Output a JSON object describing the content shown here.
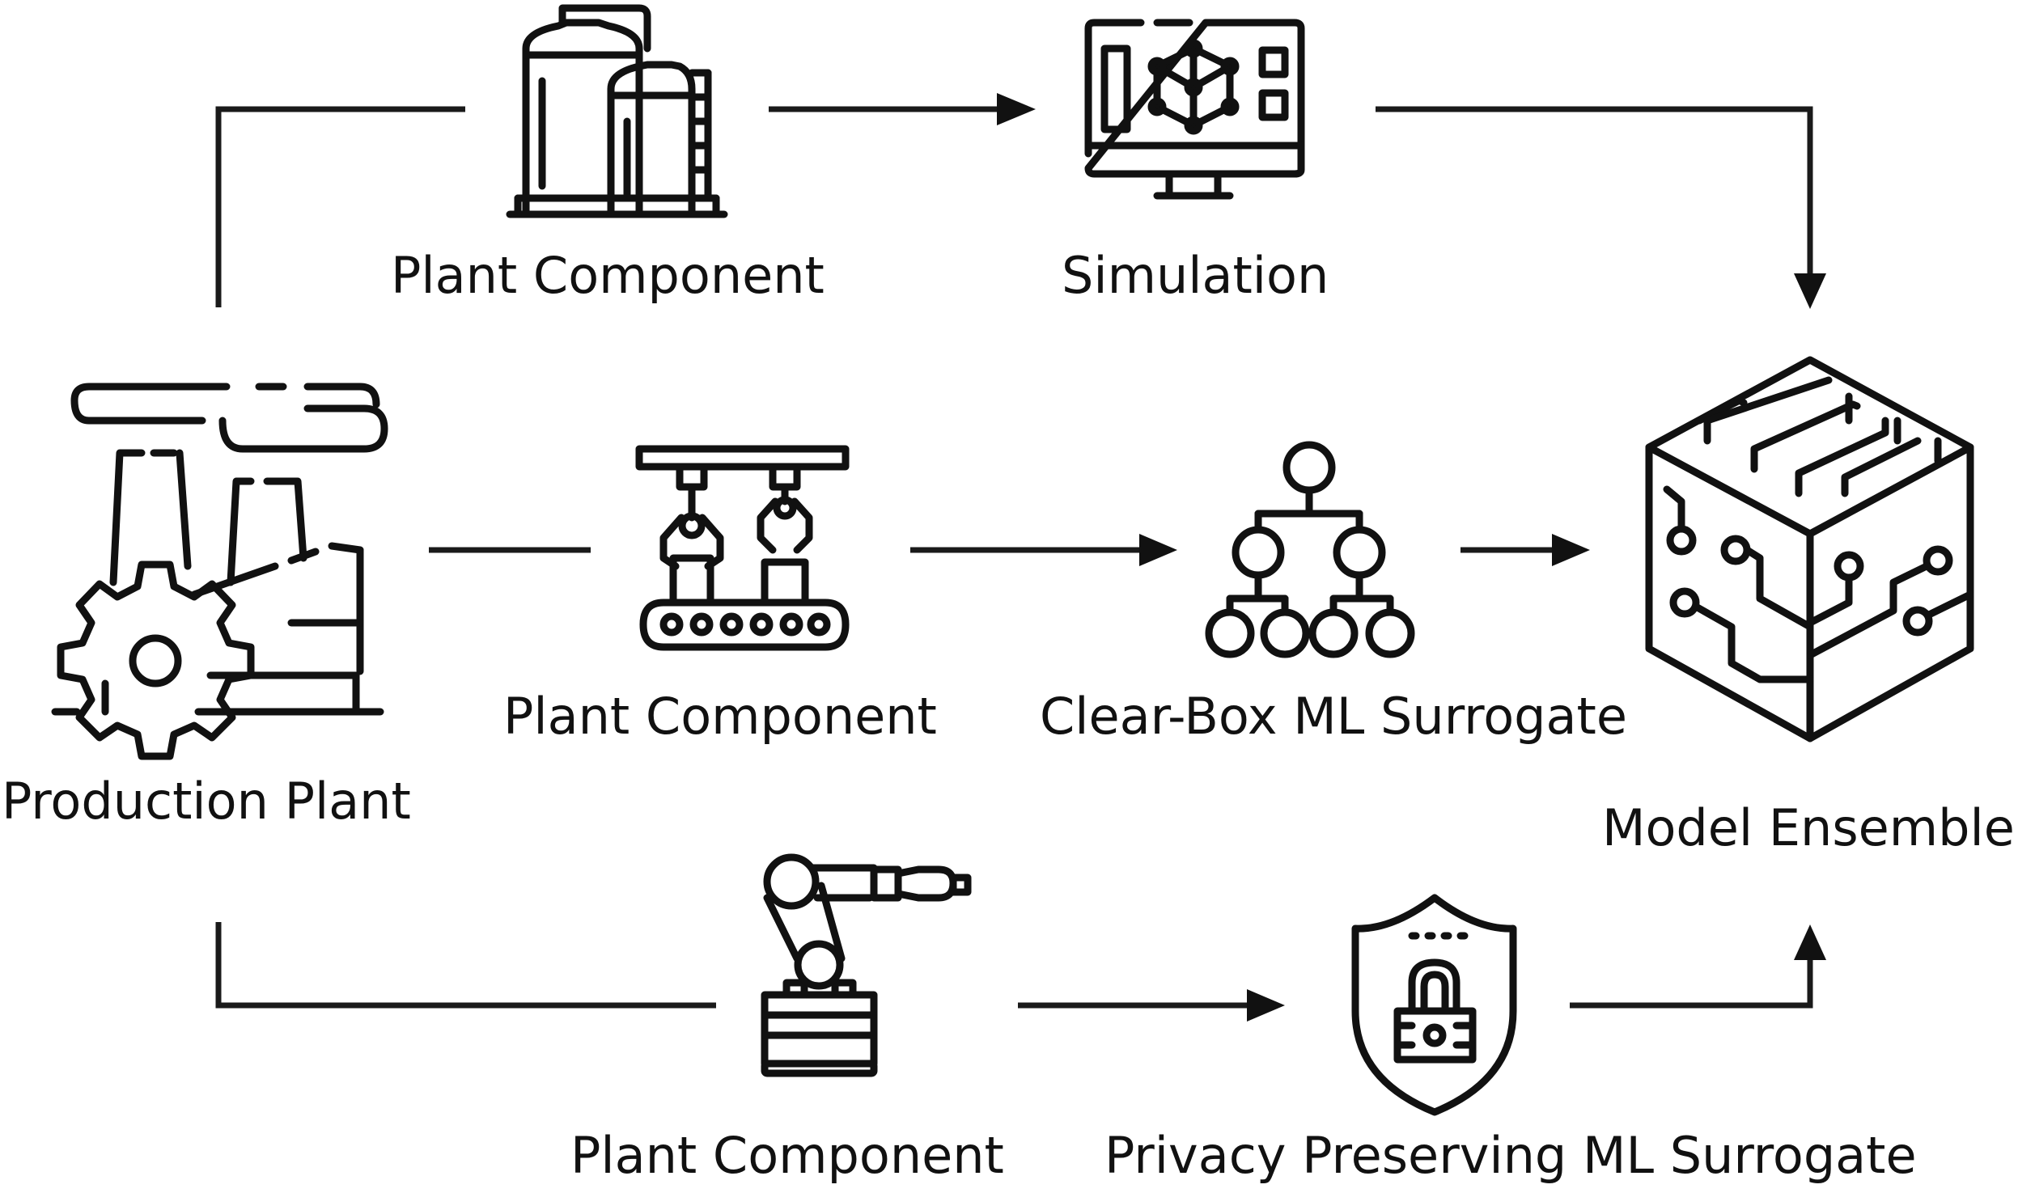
{
  "diagram": {
    "nodes": {
      "production_plant": {
        "label": "Production Plant",
        "icon": "factory-icon"
      },
      "plant_component_top": {
        "label": "Plant Component",
        "icon": "storage-tanks-icon"
      },
      "simulation": {
        "label": "Simulation",
        "icon": "monitor-simulation-icon"
      },
      "plant_component_mid": {
        "label": "Plant Component",
        "icon": "conveyor-robot-icon"
      },
      "clear_box_surrogate": {
        "label": "Clear-Box ML Surrogate",
        "icon": "decision-tree-icon"
      },
      "plant_component_bottom": {
        "label": "Plant Component",
        "icon": "robot-arm-icon"
      },
      "privacy_surrogate": {
        "label": "Privacy Preserving ML Surrogate",
        "icon": "shield-lock-icon"
      },
      "model_ensemble": {
        "label": "Model Ensemble",
        "icon": "circuit-cube-icon"
      }
    },
    "edges": [
      {
        "from": "production_plant",
        "to": "plant_component_top"
      },
      {
        "from": "plant_component_top",
        "to": "simulation"
      },
      {
        "from": "simulation",
        "to": "model_ensemble"
      },
      {
        "from": "production_plant",
        "to": "plant_component_mid"
      },
      {
        "from": "plant_component_mid",
        "to": "clear_box_surrogate"
      },
      {
        "from": "clear_box_surrogate",
        "to": "model_ensemble"
      },
      {
        "from": "production_plant",
        "to": "plant_component_bottom"
      },
      {
        "from": "plant_component_bottom",
        "to": "privacy_surrogate"
      },
      {
        "from": "privacy_surrogate",
        "to": "model_ensemble"
      }
    ]
  }
}
